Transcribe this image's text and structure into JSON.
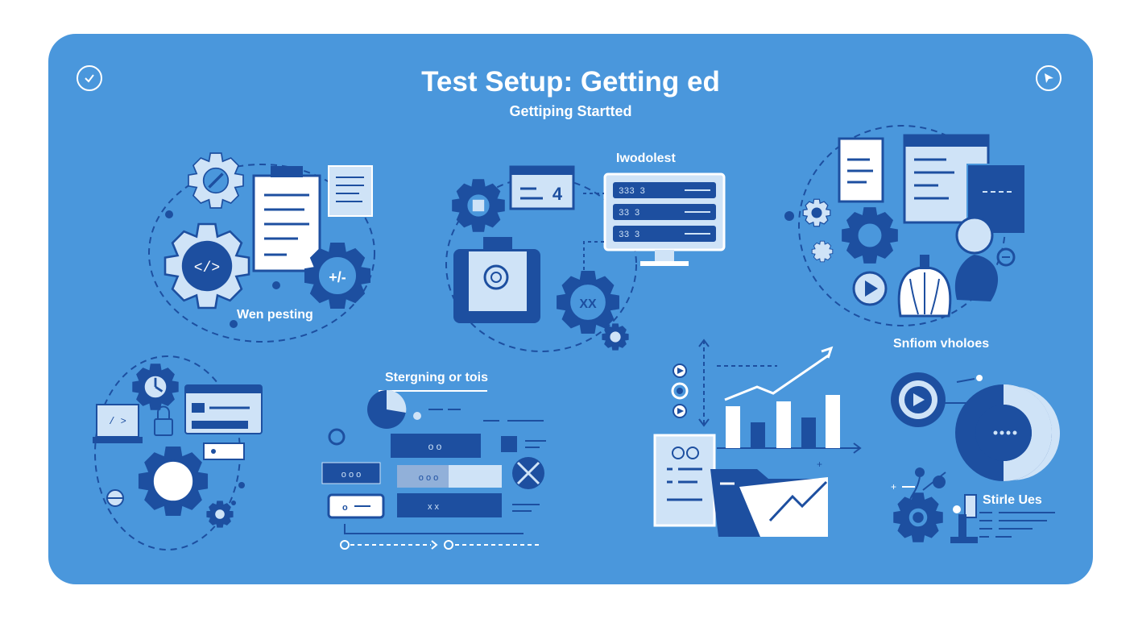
{
  "header": {
    "title": "Test Setup: Getting ed",
    "subtitle": "Gettiping Startted"
  },
  "labels": {
    "wen_pesting": "Wen pesting",
    "iwodolest": "Iwodolest",
    "snfiom_vholoes": "Snfiom vholoes",
    "stergning": "Stergning or tois",
    "stirle_ues": "Stirle Ues"
  },
  "mini_text": {
    "server_rows": [
      "333 3",
      "33 3",
      "33 3"
    ],
    "code_tag": "</>",
    "gear_plus": "+/-",
    "gear_x": "XX",
    "pill_dots": "o o",
    "colors": {
      "panel": "#4a97dc",
      "navy": "#1d4fa0",
      "light": "#cfe3f7",
      "white": "#ffffff"
    }
  },
  "icons": [
    "check-circle-icon",
    "cursor-play-icon"
  ]
}
